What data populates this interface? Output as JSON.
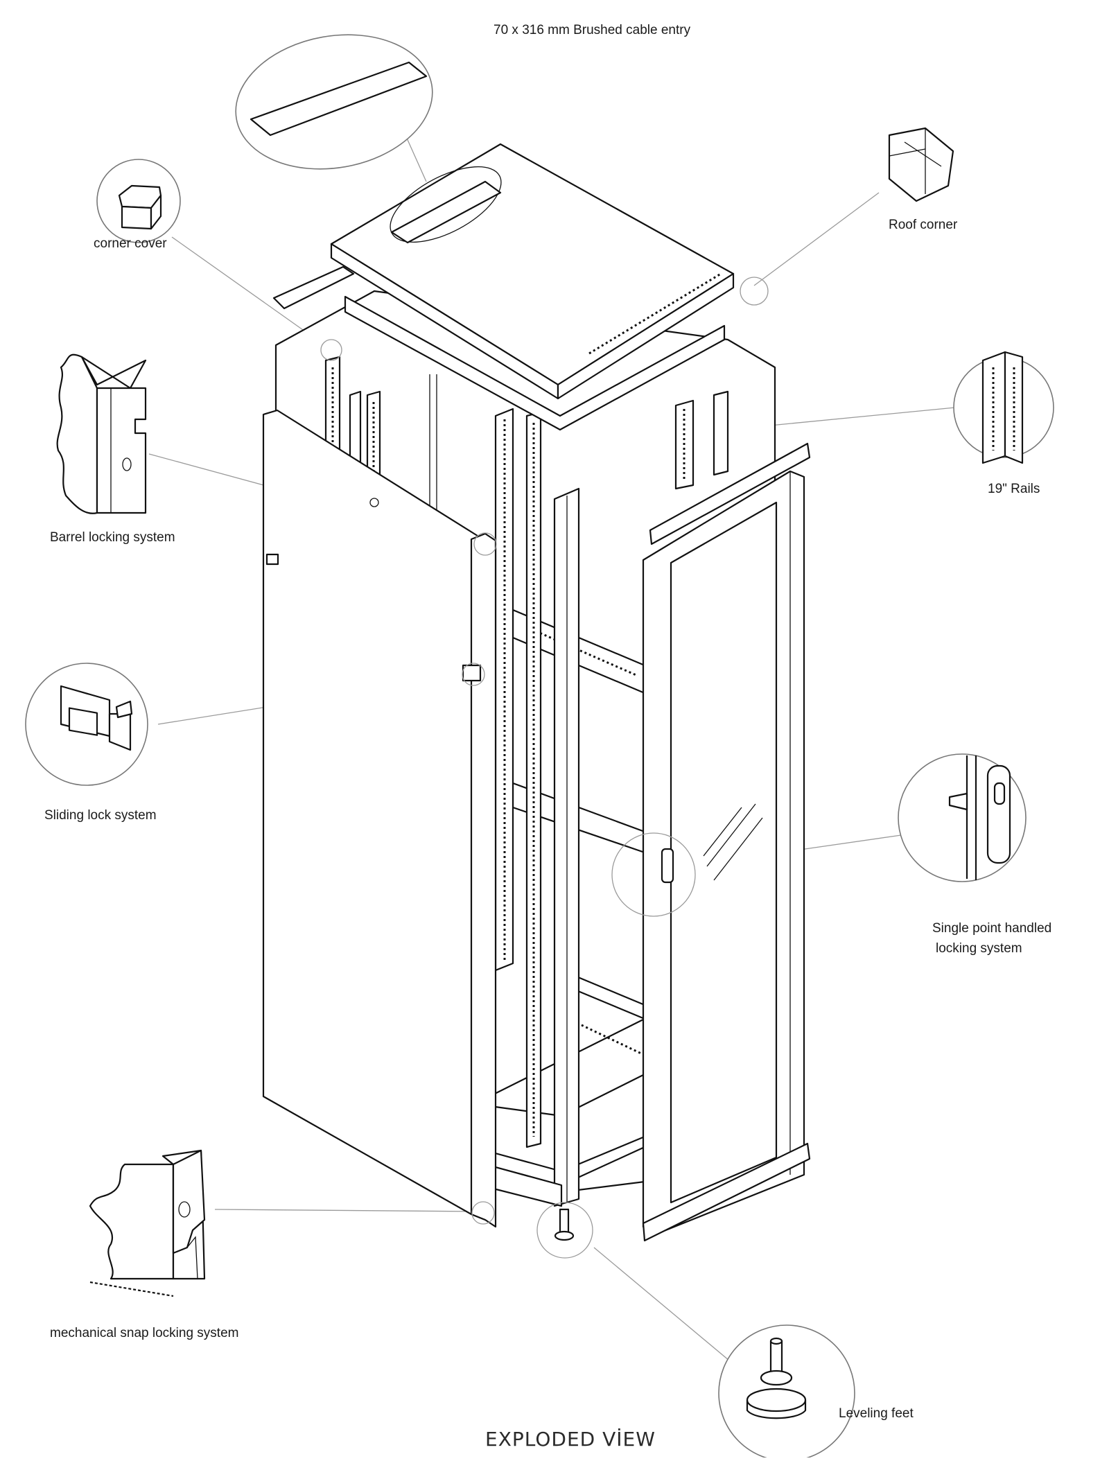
{
  "diagram": {
    "caption": "EXPLODED VİEW",
    "callouts": {
      "cable_entry": "70 x 316 mm Brushed cable entry",
      "corner_cover": "corner cover",
      "roof_corner": "Roof corner",
      "rails": "19\" Rails",
      "barrel_lock": "Barrel locking system",
      "sliding_lock": "Sliding lock system",
      "single_point_line1": "Single point handled",
      "single_point_line2": "locking system",
      "snap_lock": "mechanical snap locking system",
      "leveling_feet": "Leveling feet"
    }
  }
}
